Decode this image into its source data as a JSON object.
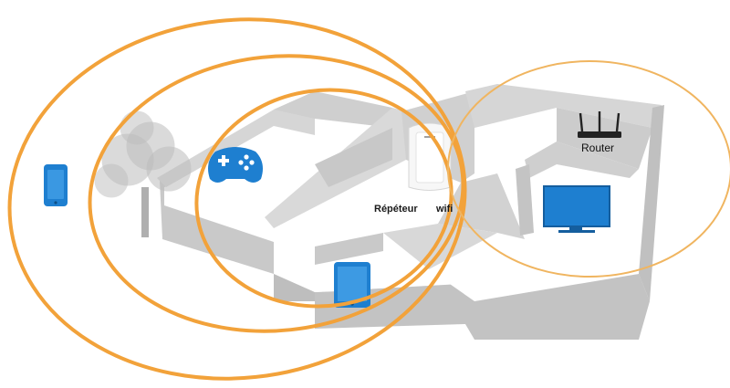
{
  "labels": {
    "repeater": "Répéteur",
    "wifi": "wifi",
    "router": "Router"
  },
  "colors": {
    "signal_ring": "#F2A23A",
    "router_ring": "#F0B560",
    "device_blue": "#1E7FD0",
    "device_blue_dark": "#155E9E",
    "wall_top": "#D4D4D4",
    "wall_side": "#BDBDBD",
    "floor": "#FFFFFF",
    "tree": "#BBBBBB"
  },
  "icons": {
    "phone": "smartphone-icon",
    "gamepad": "gamepad-icon",
    "tablet": "tablet-icon",
    "repeater": "wifi-repeater-icon",
    "router": "router-icon",
    "tv": "tv-icon",
    "tree": "tree-icon"
  }
}
